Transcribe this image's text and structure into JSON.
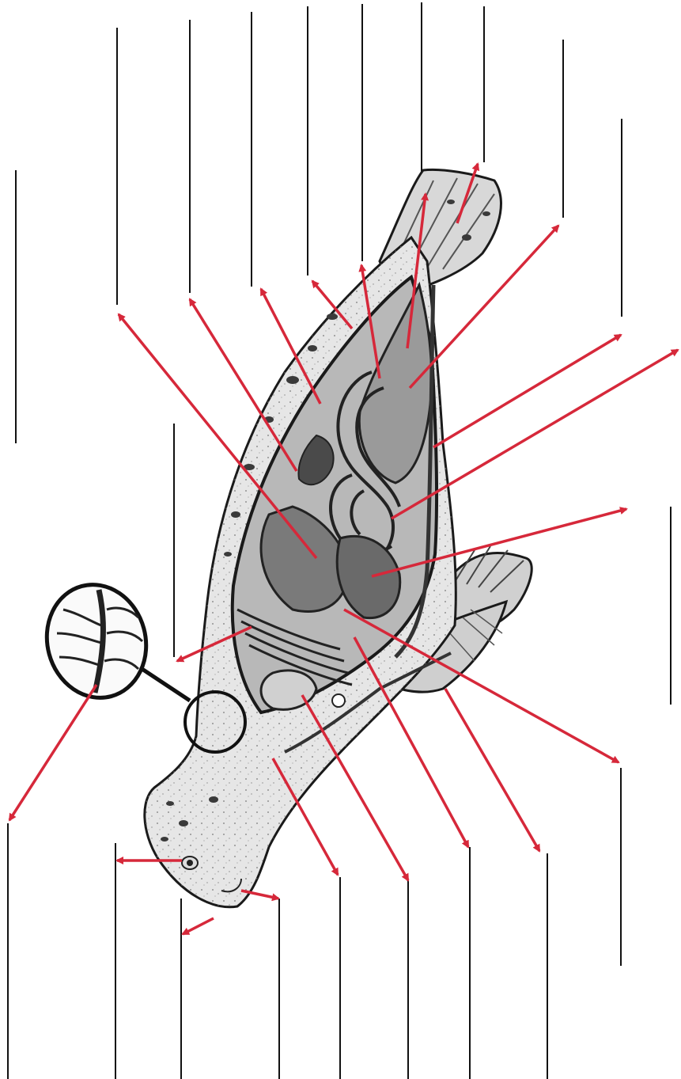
{
  "diagram": {
    "subject": "fish-internal-anatomy",
    "orientation": "rotated",
    "text_labels": [],
    "colors": {
      "background": "#ffffff",
      "pointer_arrow": "#d6283a",
      "label_line": "#111111",
      "body_fill": "#e6e6e6",
      "organ_dark": "#5a5a5a",
      "organ_mid": "#8c8c8c",
      "organ_light": "#b8b8b8",
      "outline": "#1a1a1a"
    },
    "label_line_count": 21,
    "pointer_arrow_count": 21,
    "inset_count": 1
  }
}
